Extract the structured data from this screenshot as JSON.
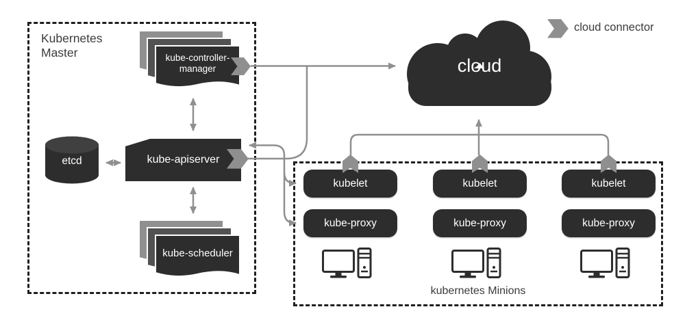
{
  "master": {
    "title": "Kubernetes\nMaster",
    "controller_manager": {
      "line1": "kube-controller-",
      "line2": "manager"
    },
    "etcd": "etcd",
    "apiserver": "kube-apiserver",
    "scheduler": "kube-scheduler"
  },
  "cloud": {
    "label": "cloud"
  },
  "legend": {
    "label": "cloud connector"
  },
  "minions": {
    "title": "kubernetes Minions",
    "nodes": [
      {
        "kubelet": "kubelet",
        "kube_proxy": "kube-proxy"
      },
      {
        "kubelet": "kubelet",
        "kube_proxy": "kube-proxy"
      },
      {
        "kubelet": "kubelet",
        "kube_proxy": "kube-proxy"
      }
    ]
  },
  "colors": {
    "shape_dark": "#2d2d2d",
    "cylinder_top": "#404040",
    "layer_mid": "#525252",
    "layer_light": "#909090",
    "connector_gray": "#8f8f8f",
    "label_text": "#3b3b3b",
    "border_dark": "#1f1f1f"
  }
}
